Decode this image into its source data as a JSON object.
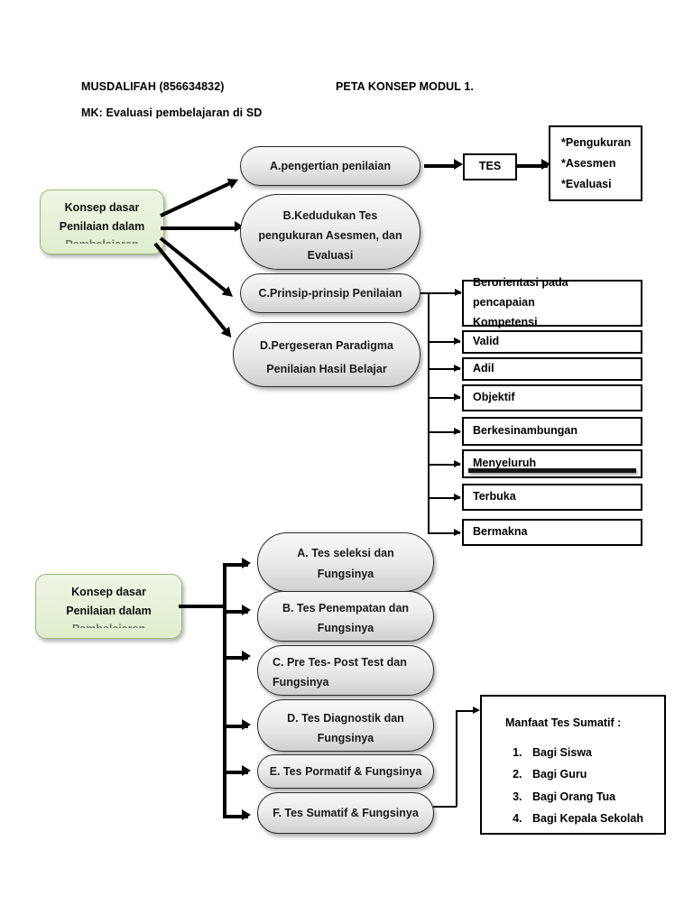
{
  "header": {
    "author": "MUSDALIFAH (856634832)",
    "title": "PETA KONSEP MODUL 1.",
    "course": "MK: Evaluasi pembelajaran di SD"
  },
  "root_nodes": [
    {
      "id": "root-1",
      "line1": "Konsep dasar",
      "line2": "Penilaian dalam",
      "line3": "Pembelajaran"
    },
    {
      "id": "root-2",
      "line1": "Konsep dasar",
      "line2": "Penilaian dalam",
      "line3": "Pembelajaran"
    }
  ],
  "top_branch": {
    "nodes": [
      {
        "id": "a",
        "text": "A.pengertian penilaian"
      },
      {
        "id": "b",
        "line1": "B.Kedudukan Tes",
        "line2": "pengukuran Asesmen, dan",
        "line3": "Evaluasi"
      },
      {
        "id": "c",
        "text": "C.Prinsip-prinsip Penilaian"
      },
      {
        "id": "d",
        "line1": "D.Pergeseran Paradigma",
        "line2": "Penilaian Hasil Belajar"
      }
    ],
    "tes_box": "TES",
    "tes_outputs": [
      "*Pengukuran",
      "*Asesmen",
      "*Evaluasi"
    ]
  },
  "principles": [
    {
      "line1": "Berorientasi pada pencapaian",
      "line2": "Kompetensi"
    },
    {
      "line1": "Valid"
    },
    {
      "line1": "Adil"
    },
    {
      "line1": "Objektif"
    },
    {
      "line1": "Berkesinambungan"
    },
    {
      "line1": "Menyeluruh"
    },
    {
      "line1": "Terbuka"
    },
    {
      "line1": "Bermakna"
    }
  ],
  "bottom_branch": {
    "nodes": [
      {
        "id": "a",
        "line1": "A.   Tes seleksi dan",
        "line2": "Fungsinya"
      },
      {
        "id": "b",
        "line1": "B. Tes Penempatan dan",
        "line2": "Fungsinya"
      },
      {
        "id": "c",
        "line1": "C. Pre Tes- Post Test dan",
        "line2": "Fungsinya"
      },
      {
        "id": "d",
        "line1": "D. Tes Diagnostik dan",
        "line2": "Fungsinya"
      },
      {
        "id": "e",
        "line1": "E. Tes Pormatif & Fungsinya"
      },
      {
        "id": "f",
        "line1": "F. Tes Sumatif & Fungsinya"
      }
    ]
  },
  "manfaat": {
    "title": "Manfaat Tes Sumatif :",
    "items": [
      "Bagi Siswa",
      "Bagi Guru",
      "Bagi Orang Tua",
      "Bagi Kepala Sekolah"
    ]
  },
  "colors": {
    "green_fill": "#E6F1D8",
    "green_border": "#9AB973",
    "gray_fill": "#E0E0E0",
    "line": "#000000"
  }
}
